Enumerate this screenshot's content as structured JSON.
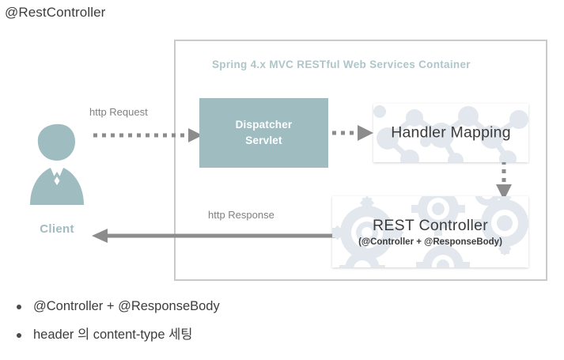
{
  "heading": "@RestController",
  "container": {
    "title": "Spring 4.x MVC RESTful Web Services Container"
  },
  "nodes": {
    "dispatcher_servlet": {
      "line1": "Dispatcher",
      "line2": "Servlet",
      "fill": "#9fbcc0",
      "text_color": "#ffffff"
    },
    "handler_mapping": {
      "label": "Handler Mapping",
      "fill": "#ffffff",
      "decoration": "molecule-pattern"
    },
    "rest_controller": {
      "title": "REST Controller",
      "subtitle": "(@Controller + @ResponseBody)",
      "fill": "#ffffff",
      "decoration": "gear-pattern"
    },
    "client": {
      "label": "Client",
      "icon": "user-person-icon",
      "color": "#9fbcc0"
    }
  },
  "arrows": {
    "http_request": {
      "label": "http Request",
      "style": "dotted",
      "direction": "right",
      "color": "#8c8c8c"
    },
    "dispatcher_to_handler": {
      "style": "dotted",
      "direction": "right",
      "color": "#8c8c8c"
    },
    "handler_to_controller": {
      "style": "dotted",
      "direction": "down",
      "color": "#8c8c8c"
    },
    "http_response": {
      "label": "http Response",
      "style": "solid",
      "direction": "left",
      "color": "#8c8c8c"
    }
  },
  "bullets": [
    "@Controller + @ResponseBody",
    "header 의 content-type 세팅"
  ],
  "colors": {
    "accent": "#9fbcc0",
    "title_text": "#adc6ca",
    "border": "#c9c9c9",
    "body_text": "#3d3d3d",
    "muted_text": "#808080",
    "decoration": "#e4e9ee"
  }
}
